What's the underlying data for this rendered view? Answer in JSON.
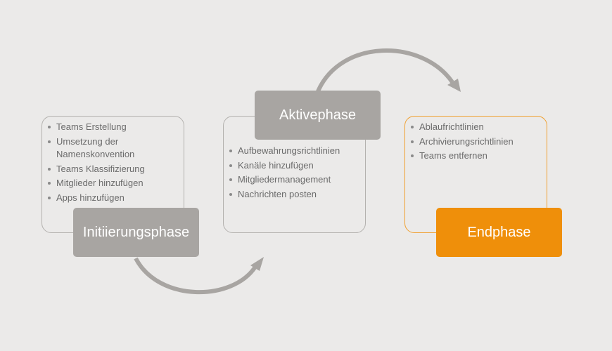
{
  "phases": [
    {
      "title": "Initiierungsphase",
      "items": [
        "Teams Erstellung",
        "Umsetzung der Namenskonvention",
        "Teams Klassifizierung",
        "Mitglieder hinzufügen",
        "Apps hinzufügen"
      ]
    },
    {
      "title": "Aktivephase",
      "items": [
        "Aufbewahrungsrichtlinien",
        "Kanäle hinzufügen",
        "Mitgliedermanagement",
        "Nachrichten posten"
      ]
    },
    {
      "title": "Endphase",
      "items": [
        "Ablaufrichtlinien",
        "Archivierungsrichtlinien",
        "Teams entfernen"
      ]
    }
  ],
  "colors": {
    "background": "#ebeae9",
    "phase_grey": "#a8a5a2",
    "phase_orange": "#ef8f0a",
    "arrow": "#a8a5a2"
  }
}
